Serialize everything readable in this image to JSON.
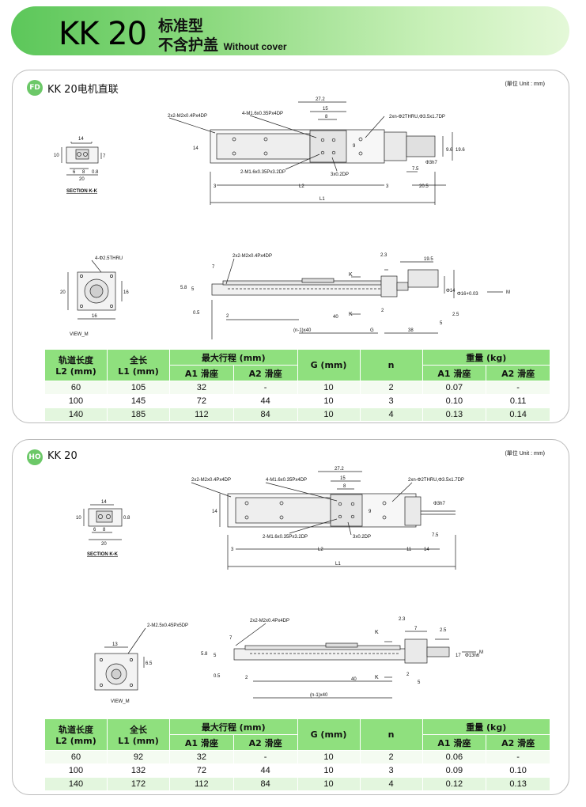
{
  "header": {
    "model": "KK 20",
    "line1": "标准型",
    "line2_cn": "不含护盖",
    "line2_en": "Without cover"
  },
  "unit_label": "(單位 Unit : mm)",
  "colors": {
    "accent": "#6cc868",
    "table_header": "#8fe07e",
    "row_alt": "#e3f6de"
  },
  "sections": [
    {
      "tag": "FD",
      "title": "KK 20电机直联",
      "labels": {
        "section_kk": "SECTION K-K",
        "view_m": "VIEW_M",
        "holes_top": "2x2-M2x0.4Px4DP",
        "holes_m16": "4-M1.6x0.35Px4DP",
        "holes_thru": "2xn-Φ2THRU,Φ3.5x1.7DP",
        "holes_bottom": "2-M1.6x0.35Px3.2DP",
        "pin": "3x0.2DP",
        "thru_view": "4-Φ2.5THRU",
        "side_holes": "2x2-M2x0.4Px4DP",
        "k": "K",
        "m": "M",
        "n40": "(n-1)x40",
        "g": "G",
        "l1": "L1",
        "l2": "L2",
        "d272": "27.2",
        "d15": "15",
        "d8": "8",
        "d9": "9",
        "d14": "14",
        "d3": "3",
        "d205": "20.5",
        "d75": "7.5",
        "d196": "19.6",
        "d36": "9.6",
        "phi3h7": "Φ3h7",
        "d10": "10",
        "d6": "6",
        "d20": "20",
        "d08": "0.8",
        "d7": "7",
        "d16": "16",
        "d23": "2.3",
        "d195": "19.5",
        "d38": "38",
        "d25": "2.5",
        "d5": "5",
        "d05": "0.5",
        "d2": "2",
        "d40": "40",
        "d58": "5.8",
        "phi14": "Φ14",
        "phi16": "Φ16+0.03"
      },
      "table": {
        "headers": {
          "rail": "轨道长度\nL2 (mm)",
          "total": "全长\nL1 (mm)",
          "stroke": "最大行程 (mm)",
          "g": "G (mm)",
          "n": "n",
          "weight": "重量 (kg)",
          "a1_stroke": "A1 滑座",
          "a2_stroke": "A2 滑座",
          "a1_weight": "A1 滑座",
          "a2_weight": "A2 滑座"
        },
        "rows": [
          [
            "60",
            "105",
            "32",
            "-",
            "10",
            "2",
            "0.07",
            "-"
          ],
          [
            "100",
            "145",
            "72",
            "44",
            "10",
            "3",
            "0.10",
            "0.11"
          ],
          [
            "140",
            "185",
            "112",
            "84",
            "10",
            "4",
            "0.13",
            "0.14"
          ]
        ]
      }
    },
    {
      "tag": "HO",
      "title": "KK 20",
      "labels": {
        "section_kk": "SECTION K-K",
        "view_m": "VIEW_M",
        "holes_top": "2x2-M2x0.4Px4DP",
        "holes_m16": "4-M1.6x0.35Px4DP",
        "holes_thru": "2xn-Φ2THRU,Φ3.5x1.7DP",
        "holes_bottom": "2-M1.6x0.35Px3.2DP",
        "pin": "3x0.2DP",
        "view_holes": "2-M2.5x0.45Px5DP",
        "side_holes": "2x2-M2x0.4Px4DP",
        "k": "K",
        "m": "M",
        "n40": "(n-1)x40",
        "l1": "L1",
        "l2": "L2",
        "d272": "27.2",
        "d15": "15",
        "d8": "8",
        "d9": "9",
        "d14": "14",
        "d3": "3",
        "d11": "11",
        "d75": "7.5",
        "phi3h7": "Φ3h7",
        "d10": "10",
        "d6": "6",
        "d20": "20",
        "d08": "0.8",
        "d7": "7",
        "d13": "13",
        "d65": "6.5",
        "d23": "2.3",
        "d25": "2.5",
        "d5": "5",
        "d05": "0.5",
        "d2": "2",
        "d40": "40",
        "d58": "5.8",
        "d17": "17",
        "phi136": "Φ13h6"
      },
      "table": {
        "headers": {
          "rail": "轨道长度\nL2 (mm)",
          "total": "全长\nL1 (mm)",
          "stroke": "最大行程 (mm)",
          "g": "G (mm)",
          "n": "n",
          "weight": "重量 (kg)",
          "a1_stroke": "A1 滑座",
          "a2_stroke": "A2 滑座",
          "a1_weight": "A1 滑座",
          "a2_weight": "A2 滑座"
        },
        "rows": [
          [
            "60",
            "92",
            "32",
            "-",
            "10",
            "2",
            "0.06",
            "-"
          ],
          [
            "100",
            "132",
            "72",
            "44",
            "10",
            "3",
            "0.09",
            "0.10"
          ],
          [
            "140",
            "172",
            "112",
            "84",
            "10",
            "4",
            "0.12",
            "0.13"
          ]
        ]
      }
    }
  ]
}
